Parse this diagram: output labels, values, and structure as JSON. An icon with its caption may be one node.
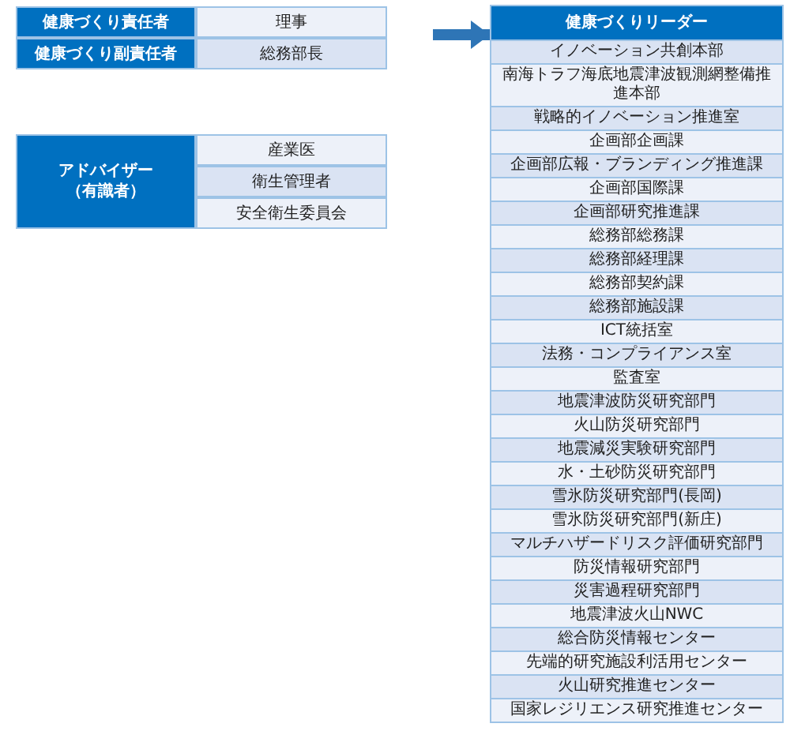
{
  "diagram": {
    "nodes": [
      {
        "text": [
          "健康づくり責任者"
        ]
      },
      {
        "text": [
          "理事"
        ]
      },
      {
        "text": [
          "健康づくり副責任者"
        ]
      },
      {
        "text": [
          "総務部長"
        ]
      },
      {
        "text": [
          "アドバイザー（有識者）"
        ]
      },
      {
        "text": [
          "産業医"
        ]
      },
      {
        "text": [
          "衛生管理者"
        ]
      },
      {
        "text": [
          "安全衛生委員会"
        ]
      },
      {
        "text": [
          "健康づくりリーダー"
        ]
      },
      {
        "text": [
          "イノベーション共創本部"
        ],
        "in": 8
      },
      {
        "text": [
          "南海トラフ海底地震津波観測網整備推進本部"
        ],
        "in": 8
      },
      {
        "text": [
          "戦略的イノベーション推進室"
        ],
        "in": 8
      },
      {
        "text": [
          "企画部企画課"
        ],
        "in": 8
      },
      {
        "text": [
          "企画部広報・ブランディング推進課"
        ],
        "in": 8
      },
      {
        "text": [
          "企画部国際課"
        ],
        "in": 8
      },
      {
        "text": [
          "企画部研究推進課"
        ],
        "in": 8
      },
      {
        "text": [
          "総務部総務課"
        ],
        "in": 8
      },
      {
        "text": [
          "総務部経理課"
        ],
        "in": 8
      },
      {
        "text": [
          "総務部契約課"
        ],
        "in": 8
      },
      {
        "text": [
          "総務部施設課"
        ],
        "in": 8
      },
      {
        "text": [
          "ICT統括室"
        ],
        "in": 8
      },
      {
        "text": [
          "法務・コンプライアンス室"
        ],
        "in": 8
      },
      {
        "text": [
          "監査室"
        ],
        "in": 8
      },
      {
        "text": [
          "地震津波防災研究部門"
        ],
        "in": 8
      },
      {
        "text": [
          "火山防災研究部門"
        ],
        "in": 8
      },
      {
        "text": [
          "地震減災実験研究部門"
        ],
        "in": 8
      },
      {
        "text": [
          "水・土砂防災研究部門"
        ],
        "in": 8
      },
      {
        "text": [
          "雪氷防災研究部門(長岡)"
        ],
        "in": 8
      },
      {
        "text": [
          "雪氷防災研究部門(新庄)"
        ],
        "in": 8
      },
      {
        "text": [
          "マルチハザードリスク評価研究部門"
        ],
        "in": 8
      },
      {
        "text": [
          "防災情報研究部門"
        ],
        "in": 8
      },
      {
        "text": [
          "災害過程研究部門"
        ],
        "in": 8
      },
      {
        "text": [
          "地震津波火山NWC"
        ],
        "in": 8
      },
      {
        "text": [
          "総合防災情報センター"
        ],
        "in": 8
      },
      {
        "text": [
          "先端的研究施設利活用センター"
        ],
        "in": 8
      },
      {
        "text": [
          "火山研究推進センター"
        ],
        "in": 8
      },
      {
        "text": [
          "国家レジリエンス研究推進センター"
        ],
        "in": 8
      }
    ],
    "edges": [
      {
        "from": null,
        "to": 8,
        "arrow": "to"
      }
    ]
  }
}
